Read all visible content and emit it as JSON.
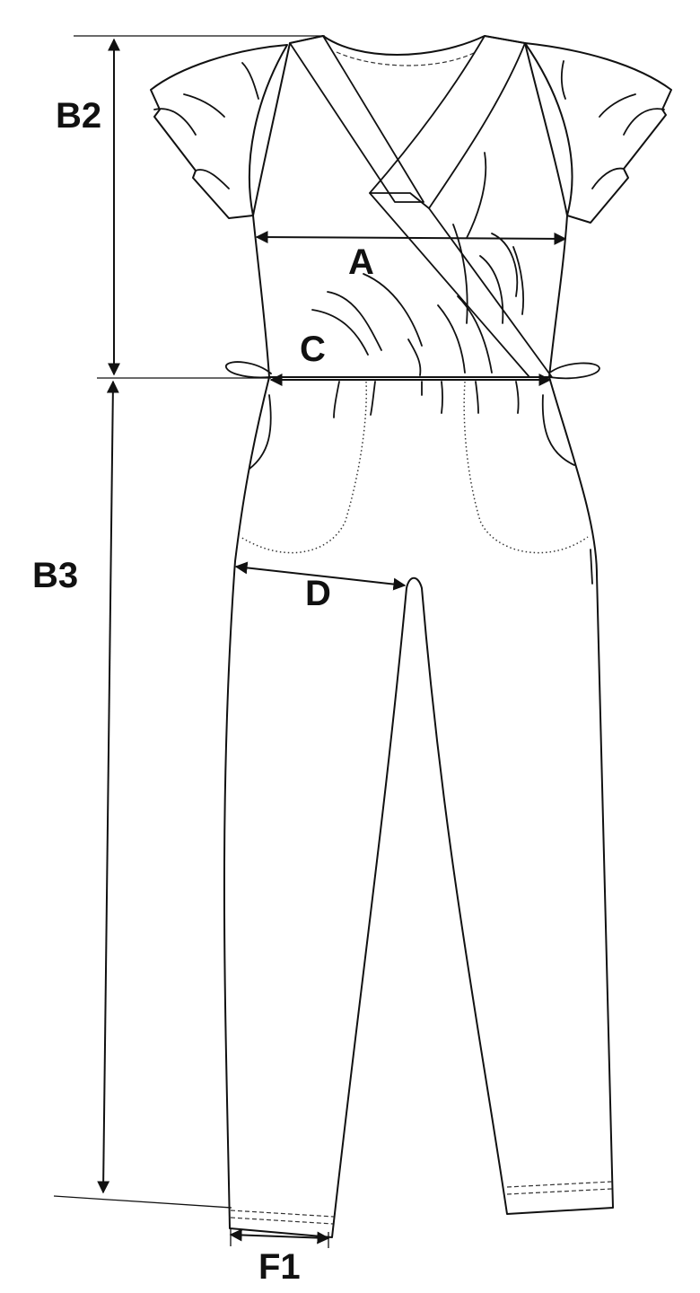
{
  "labels": {
    "a": "A",
    "b2": "B2",
    "b3": "B3",
    "c": "C",
    "d": "D",
    "f1": "F1"
  },
  "colors": {
    "line": "#111111",
    "background": "#ffffff"
  }
}
